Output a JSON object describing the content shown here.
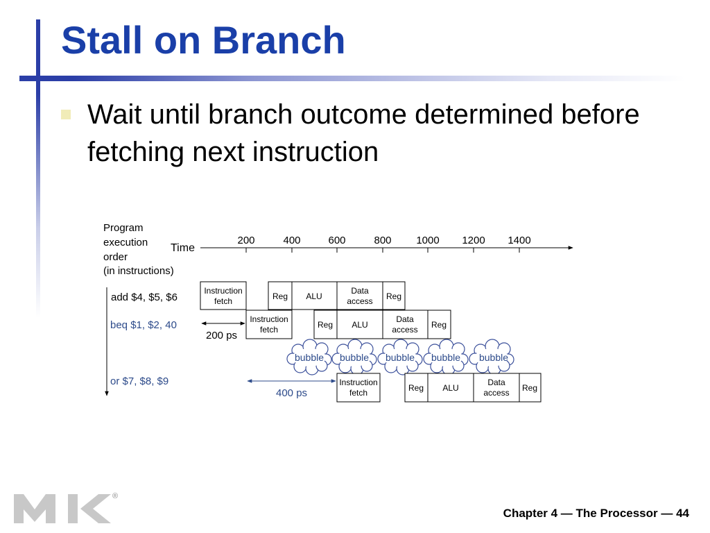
{
  "slide": {
    "title": "Stall on Branch",
    "bullets": [
      "Wait until branch outcome determined before fetching next instruction"
    ],
    "footer": "Chapter 4 — The Processor — 44",
    "logo_mark": "®"
  },
  "diagram": {
    "order_label": [
      "Program",
      "execution",
      "order",
      "(in instructions)"
    ],
    "time_label": "Time",
    "ticks": [
      "200",
      "400",
      "600",
      "800",
      "1000",
      "1200",
      "1400"
    ],
    "instructions": [
      "add $4, $5, $6",
      "beq $1, $2, 40",
      "or $7, $8, $9"
    ],
    "stage_labels": {
      "if_line1": "Instruction",
      "if_line2": "fetch",
      "reg": "Reg",
      "alu": "ALU",
      "dm_line1": "Data",
      "dm_line2": "access"
    },
    "bubble_label": "bubble",
    "delay_200": "200 ps",
    "delay_400": "400 ps",
    "colors": {
      "accent": "#1a3fa8",
      "highlight": "#2c4a8a",
      "bubble": "#3a4f9a"
    }
  }
}
